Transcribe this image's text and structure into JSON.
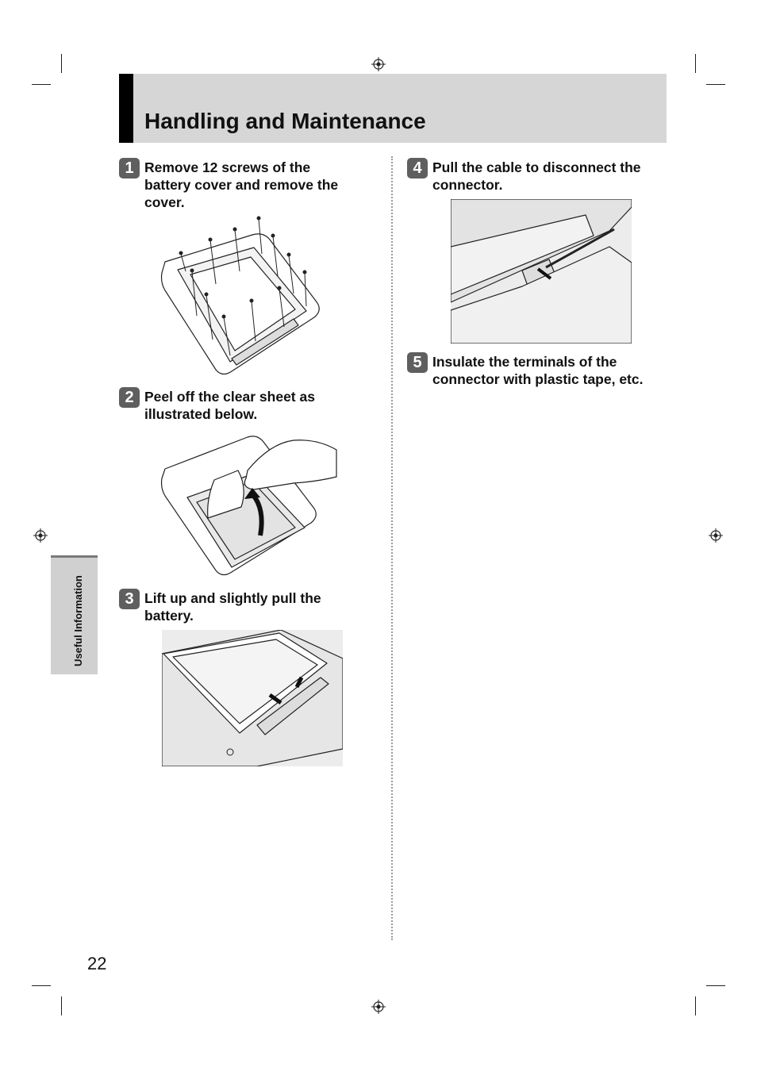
{
  "header": {
    "title": "Handling and Maintenance"
  },
  "side_tab": {
    "label": "Useful Information"
  },
  "steps": [
    {
      "number": "1",
      "lines": [
        "Remove 12 screws of the",
        "battery cover and remove the",
        "cover."
      ]
    },
    {
      "number": "2",
      "lines": [
        "Peel off the clear sheet as",
        "illustrated below."
      ]
    },
    {
      "number": "3",
      "lines": [
        "Lift up and slightly pull the",
        "battery."
      ]
    },
    {
      "number": "4",
      "lines": [
        "Pull the cable to disconnect the",
        "connector."
      ]
    },
    {
      "number": "5",
      "lines": [
        "Insulate the terminals of the",
        "connector with plastic tape, etc."
      ]
    }
  ],
  "footer": {
    "page_number": "22"
  },
  "colors": {
    "title_band": "#d6d6d6",
    "step_badge": "#5f5f5f",
    "tab": "#d0d0d0"
  }
}
